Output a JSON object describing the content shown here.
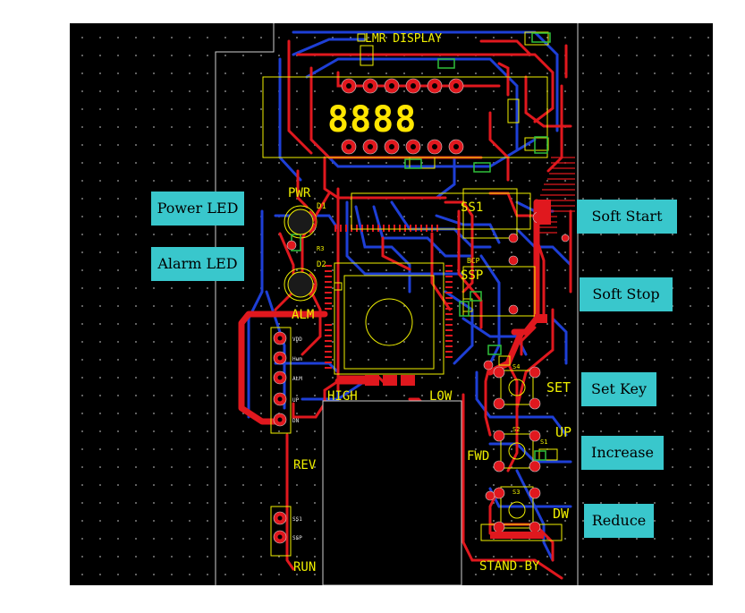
{
  "callouts": {
    "power_led": "Power LED",
    "alarm_led": "Alarm LED",
    "soft_start": "Soft Start",
    "soft_stop": "Soft Stop",
    "set_key": "Set Key",
    "increase": "Increase",
    "reduce": "Reduce"
  },
  "silkscreen": {
    "display_title": "LMR DISPLAY",
    "seven_segment": "8888",
    "pwr": "PWR",
    "d1": "D1",
    "d2": "D2",
    "r3": "R3",
    "alm": "ALM",
    "ss1": "SS1",
    "ssp": "SSP",
    "bcp": "BCP",
    "high": "HIGH",
    "low": "LOW",
    "set": "SET",
    "up": "UP",
    "fwd": "FWD",
    "dw": "DW",
    "rev": "REV",
    "run": "RUN",
    "stand_by": "STAND-BY",
    "s1": "S1",
    "s2": "S2",
    "s3": "S3",
    "s4": "S4",
    "vdd": "VDD",
    "hum": "Hum",
    "alm_pin": "ALM",
    "up_pin": "UP",
    "dn_pin": "DN",
    "ss1_pin": "SS1",
    "ssp_pin": "SSP"
  },
  "colors": {
    "board_bg": "#000000",
    "top_copper": "#e0181e",
    "bottom_copper": "#1e3fd6",
    "silkscreen": "#f0f000",
    "outline": "#cfcfcf",
    "callout_bg": "#39c7cc",
    "pad": "#e0181e"
  }
}
